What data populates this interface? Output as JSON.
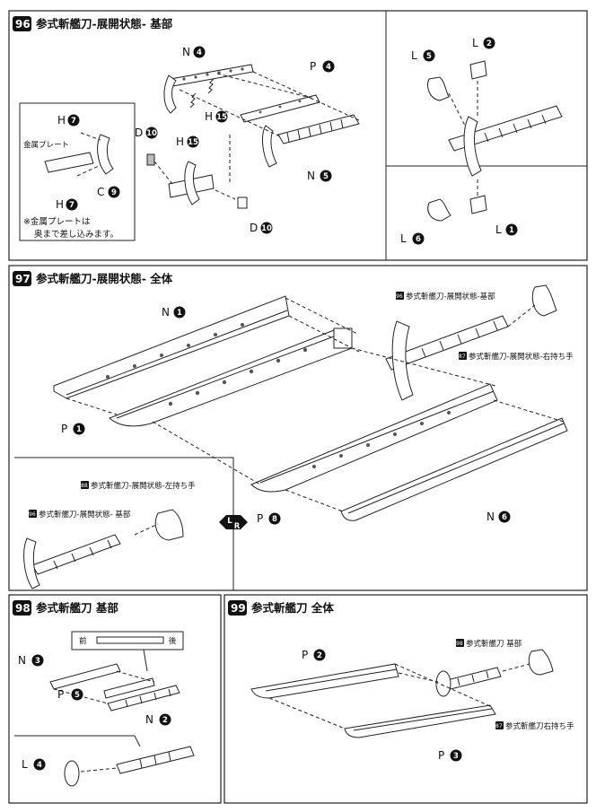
{
  "steps": [
    {
      "number": "96",
      "title": "参式斬艦刀-展開状態- 基部",
      "parts": [
        {
          "letter": "N",
          "num": "4"
        },
        {
          "letter": "P",
          "num": "4"
        },
        {
          "letter": "H",
          "num": "15"
        },
        {
          "letter": "H",
          "num": "15"
        },
        {
          "letter": "N",
          "num": "5"
        },
        {
          "letter": "D",
          "num": "10"
        },
        {
          "letter": "D",
          "num": "10"
        },
        {
          "letter": "H",
          "num": "7"
        },
        {
          "letter": "C",
          "num": "9"
        },
        {
          "letter": "H",
          "num": "7"
        },
        {
          "letter": "L",
          "num": "5"
        },
        {
          "letter": "L",
          "num": "2"
        },
        {
          "letter": "L",
          "num": "6"
        },
        {
          "letter": "L",
          "num": "1"
        }
      ],
      "metal_plate_label": "金属プレート",
      "note_line1": "※金属プレートは",
      "note_line2": "奥まで差し込みます。"
    },
    {
      "number": "97",
      "title": "参式斬艦刀-展開状態- 全体",
      "parts": [
        {
          "letter": "N",
          "num": "1"
        },
        {
          "letter": "P",
          "num": "1"
        },
        {
          "letter": "P",
          "num": "8"
        },
        {
          "letter": "N",
          "num": "6"
        }
      ],
      "ref_base": {
        "num": "96",
        "text": "参式斬艦刀-展開状態-基部"
      },
      "ref_right_hand": {
        "num": "87",
        "text": "参式斬艦刀-展開状態-右持ち手"
      },
      "ref_left_hand": {
        "num": "88",
        "text": "参式斬艦刀-展開状態-左持ち手"
      },
      "ref_base_left": {
        "num": "96",
        "text": "参式斬艦刀-展開状態- 基部"
      },
      "lr_mark_top": "L",
      "lr_mark_bottom": "R"
    },
    {
      "number": "98",
      "title": "参式斬艦刀 基部",
      "parts": [
        {
          "letter": "N",
          "num": "3"
        },
        {
          "letter": "P",
          "num": "5"
        },
        {
          "letter": "N",
          "num": "2"
        },
        {
          "letter": "L",
          "num": "4"
        }
      ],
      "front_label": "前",
      "back_label": "後"
    },
    {
      "number": "99",
      "title": "参式斬艦刀 全体",
      "parts": [
        {
          "letter": "P",
          "num": "2"
        },
        {
          "letter": "P",
          "num": "3"
        }
      ],
      "ref_base": {
        "num": "98",
        "text": "参式斬艦刀 基部"
      },
      "ref_right_hand": {
        "num": "87",
        "text": "参式斬艦刀右持ち手"
      }
    }
  ]
}
